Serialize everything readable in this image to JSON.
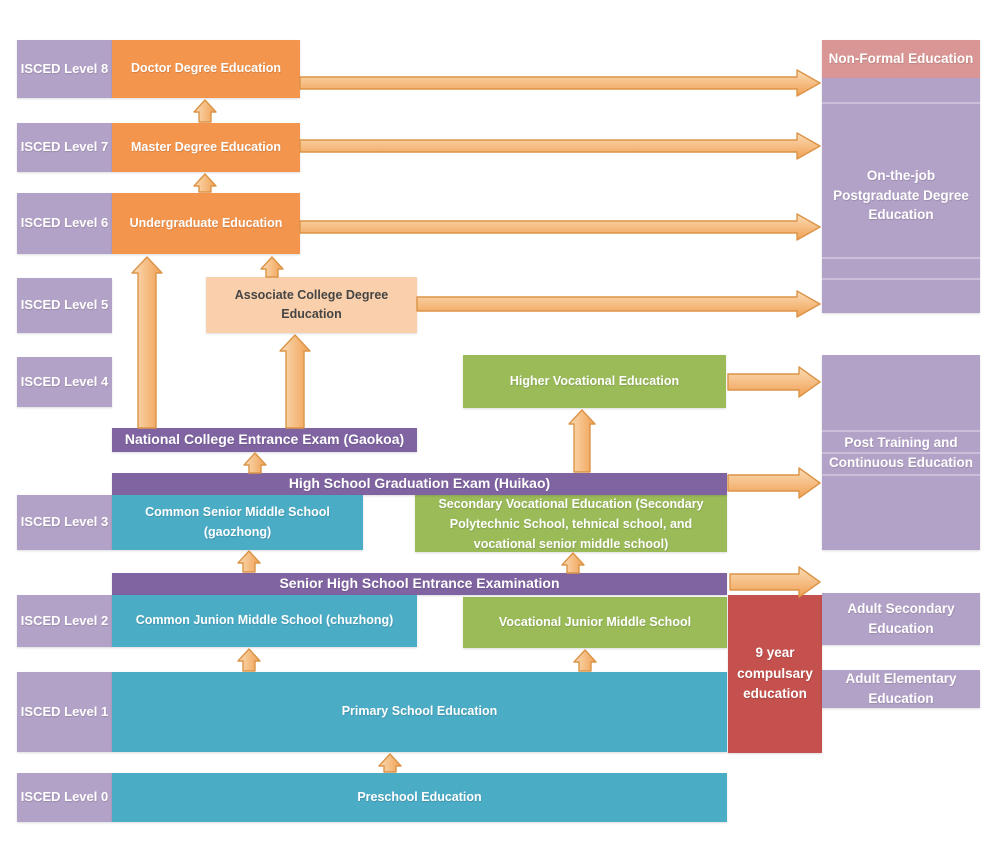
{
  "diagram": {
    "description": "China education system mapped to ISCED levels",
    "isced_levels": [
      "ISCED Level 8",
      "ISCED Level 7",
      "ISCED Level 6",
      "ISCED Level 5",
      "ISCED Level 4",
      "ISCED Level 3",
      "ISCED Level 2",
      "ISCED Level 1",
      "ISCED Level 0"
    ],
    "nodes": {
      "doctor": "Doctor Degree Education",
      "master": "Master Degree Education",
      "undergraduate": "Undergraduate Education",
      "associate": "Associate College Degree Education",
      "higher_vocational": "Higher Vocational Education",
      "gaokao": "National College Entrance Exam (Gaokoa)",
      "huikao": "High School Graduation Exam (Huikao)",
      "senior_high_exam": "Senior High School Entrance Examination",
      "common_senior": "Common Senior Middle School (gaozhong)",
      "secondary_vocational": "Secondary Vocational Education (Secondary Polytechnic School, tehnical school, and vocational senior middle school)",
      "common_junior": "Common Junion Middle School (chuzhong)",
      "vocational_junior": "Vocational Junior Middle School",
      "nine_year": "9 year compulsary education",
      "primary": "Primary School Education",
      "preschool": "Preschool Education",
      "non_formal": "Non-Formal Education",
      "on_the_job": "On-the-job Postgraduate Degree Education",
      "post_training": "Post Training and Continuous Education",
      "adult_secondary": "Adult Secondary Education",
      "adult_elementary": "Adult Elementary Education"
    },
    "connections": [
      {
        "from": "Master Degree Education",
        "to": "Doctor Degree Education"
      },
      {
        "from": "Undergraduate Education",
        "to": "Master Degree Education"
      },
      {
        "from": "Associate College Degree Education",
        "to": "Undergraduate Education"
      },
      {
        "from": "National College Entrance Exam (Gaokoa)",
        "to": "Undergraduate Education"
      },
      {
        "from": "National College Entrance Exam (Gaokoa)",
        "to": "Associate College Degree Education"
      },
      {
        "from": "High School Graduation Exam (Huikao)",
        "to": "National College Entrance Exam (Gaokoa)"
      },
      {
        "from": "High School Graduation Exam (Huikao)",
        "to": "Higher Vocational Education"
      },
      {
        "from": "Senior High School Entrance Examination",
        "to": "Common Senior Middle School (gaozhong)"
      },
      {
        "from": "Senior High School Entrance Examination",
        "to": "Secondary Vocational Education"
      },
      {
        "from": "Primary School Education",
        "to": "Common Junion Middle School (chuzhong)"
      },
      {
        "from": "Primary School Education",
        "to": "Vocational Junior Middle School"
      },
      {
        "from": "Preschool Education",
        "to": "Primary School Education"
      },
      {
        "from": "Doctor Degree Education",
        "to": "On-the-job Postgraduate Degree Education"
      },
      {
        "from": "Master Degree Education",
        "to": "On-the-job Postgraduate Degree Education"
      },
      {
        "from": "Undergraduate Education",
        "to": "On-the-job Postgraduate Degree Education"
      },
      {
        "from": "Associate College Degree Education",
        "to": "On-the-job Postgraduate Degree Education"
      },
      {
        "from": "Higher Vocational Education",
        "to": "Post Training and Continuous Education"
      },
      {
        "from": "High School Graduation Exam (Huikao)",
        "to": "Post Training and Continuous Education"
      },
      {
        "from": "Senior High School Entrance Examination",
        "to": "Adult Secondary Education"
      }
    ],
    "palette": {
      "degree_orange": "#F4954D",
      "associate_peach": "#FAD0AC",
      "school_teal": "#4BACC6",
      "vocational_green": "#9BBB59",
      "exam_purple": "#8064A2",
      "isced_lavender": "#B3A2C7",
      "compulsory_red": "#C4514E",
      "non_formal_pink": "#D99694",
      "arrow_orange": "#F0A053"
    }
  }
}
